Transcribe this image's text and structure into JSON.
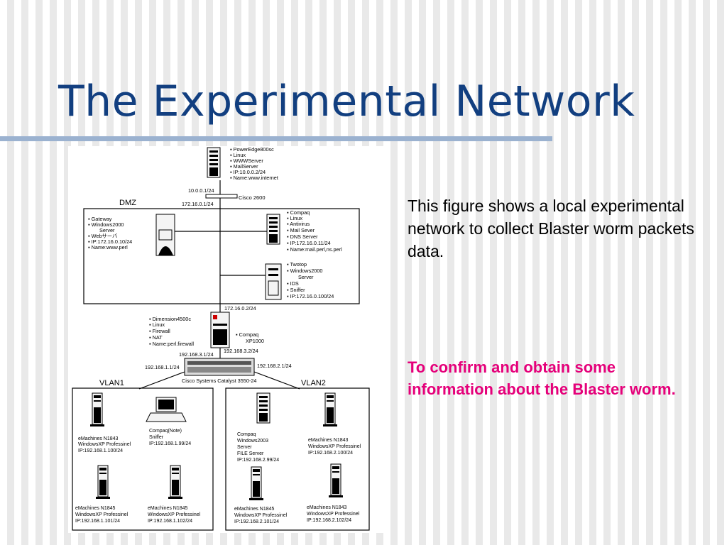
{
  "slide": {
    "title": "The Experimental Network",
    "description": "This figure shows a local experimental network to collect Blaster worm packets data.",
    "emphasis": "To confirm and obtain some information about the Blaster worm."
  },
  "diagram": {
    "top_server": [
      "PowerEdge800sc",
      "Linux",
      "WWWServer",
      "MailServer",
      "IP:10.0.0.2/24",
      "Name:www.internet"
    ],
    "router_ip_top": "10.0.0.1/24",
    "router_name": "Cisco 2600",
    "router_ip_bottom": "172.16.0.1/24",
    "dmz_label": "DMZ",
    "gateway": [
      "Gateway",
      "Windows2000",
      "Server",
      "Webサーバ",
      "IP:172.16.0.10/24",
      "Name:www.perl"
    ],
    "compaq_linux": [
      "Compaq",
      "Linux",
      "Antivirus",
      "Mail Sever",
      "DNS Server",
      "IP:172.16.0.11/24",
      "Name:mail.perl,ns.perl"
    ],
    "twotop": [
      "Twotop",
      "Windows2000",
      "Server",
      "IDS",
      "Sniffer",
      "IP:172.16.0.100/24"
    ],
    "firewall_ip_top": "172.16.0.2/24",
    "firewall": [
      "Dimension4500c",
      "Linux",
      "Firewall",
      "NAT",
      "Name:perl.firewall"
    ],
    "compaq_xp": [
      "Compaq",
      "XP1000"
    ],
    "ip_192_168_3_1": "192.168.3.1/24",
    "ip_192_168_3_2": "192.168.3.2/24",
    "ip_192_168_1_1": "192.168.1.1/24",
    "ip_192_168_2_1": "192.168.2.1/24",
    "switch_name": "Cisco Systems Catalyst 3550-24",
    "vlan1": "VLAN1",
    "vlan2": "VLAN2",
    "vlan1_pc_a": [
      "eMachines N1843",
      "WindowsXP Professinel",
      "IP:192.168.1.100/24"
    ],
    "vlan1_note": [
      "Compaq(Note)",
      "Sniffer",
      "IP:192.168.1.99/24"
    ],
    "vlan1_pc_b": [
      "eMachines N1845",
      "WindowsXP Professinel",
      "IP:192.168.1.101/24"
    ],
    "vlan1_pc_c": [
      "eMachines N1845",
      "WindowsXP Professinel",
      "IP:192.168.1.102/24"
    ],
    "vlan2_server": [
      "Compaq",
      "Windows2003",
      "Server",
      "FILE Server",
      "IP:192.168.2.99/24"
    ],
    "vlan2_pc_a": [
      "eMachines N1843",
      "WindowsXP Professinel",
      "IP:192.168.2.100/24"
    ],
    "vlan2_pc_b": [
      "eMachines N1845",
      "WindowsXP Professinel",
      "IP:192.168.2.101/24"
    ],
    "vlan2_pc_c": [
      "eMachines N1843",
      "WindowsXP Professinel",
      "IP:192.168.2.102/24"
    ]
  }
}
